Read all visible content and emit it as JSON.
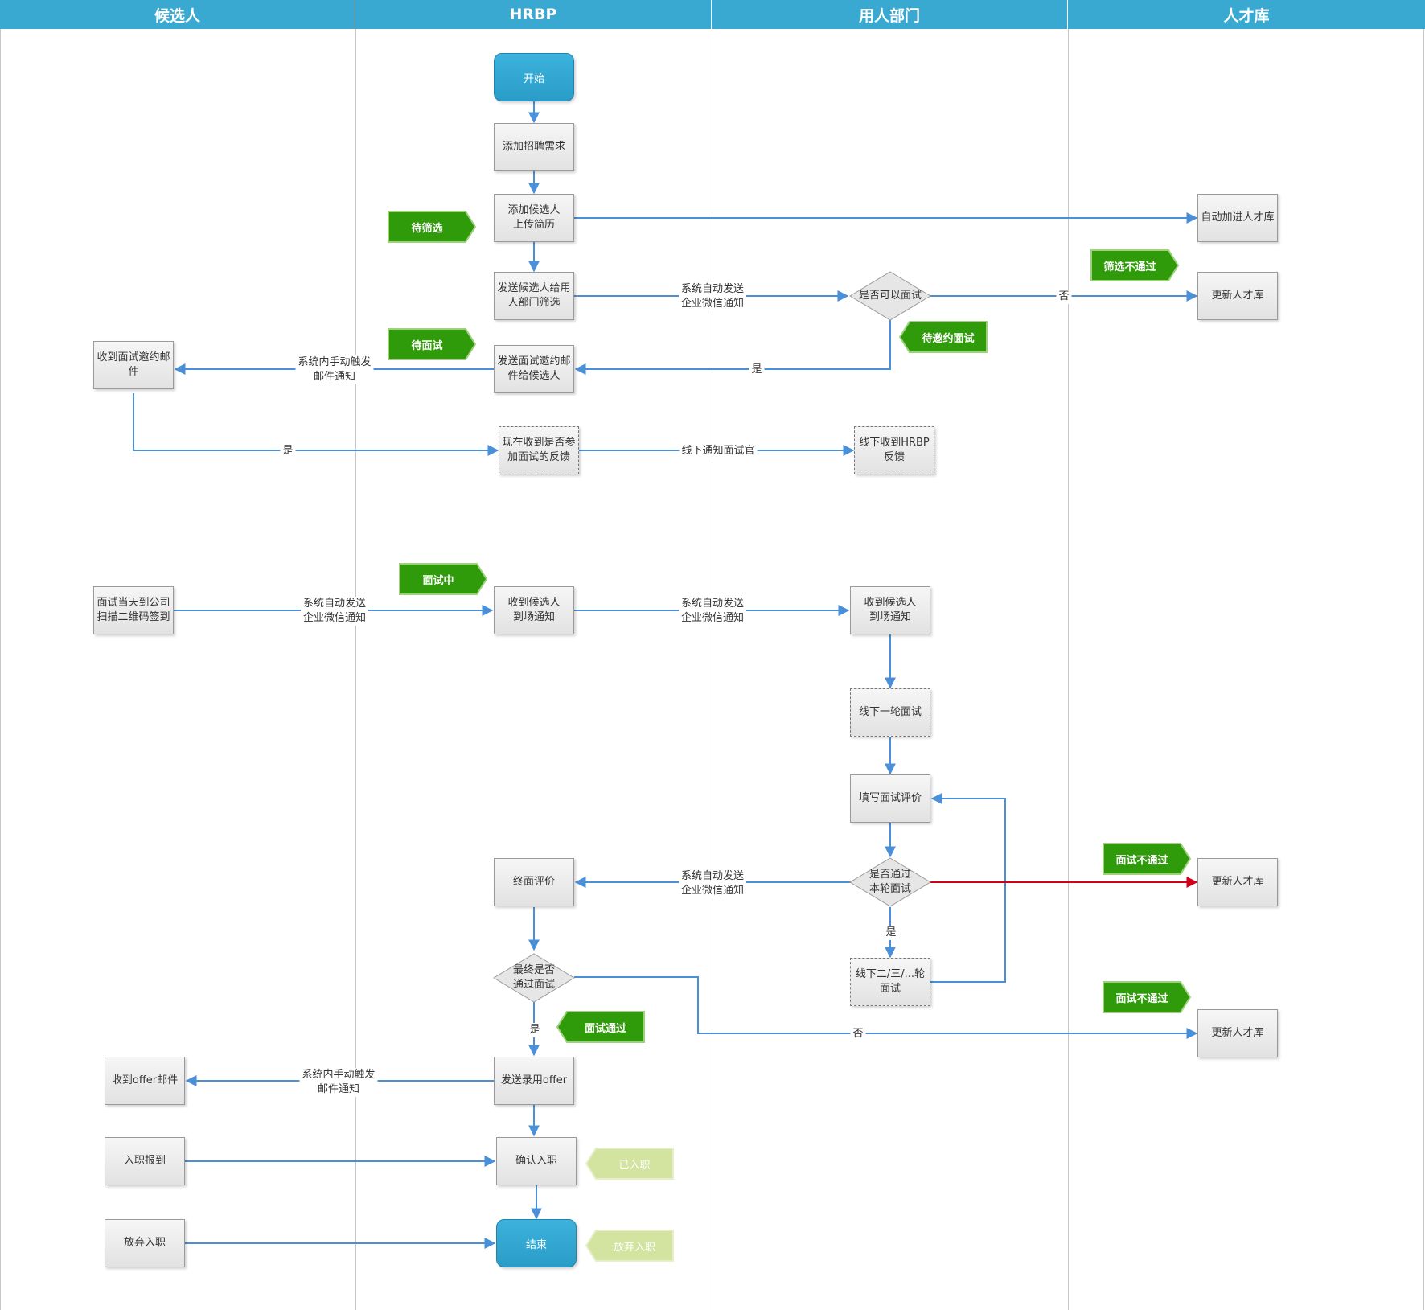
{
  "lanes": {
    "candidate": "候选人",
    "hrbp": "HRBP",
    "dept": "用人部门",
    "talent": "人才库"
  },
  "nodes": {
    "start": "开始",
    "add_demand": "添加招聘需求",
    "add_candidate": "添加候选人\n上传简历",
    "auto_talent": "自动加进人才库",
    "send_screen": "发送候选人给用\n人部门筛选",
    "can_interview": "是否可以面试",
    "update_talent_1": "更新人才库",
    "recv_invite": "收到面试邀约邮\n件",
    "send_invite": "发送面试邀约邮\n件给候选人",
    "attend_feedback": "现在收到是否参\n加面试的反馈",
    "offline_recv_hrbp": "线下收到HRBP\n反馈",
    "checkin": "面试当天到公司\n扫描二维码签到",
    "hrbp_arrival": "收到候选人\n到场通知",
    "dept_arrival": "收到候选人\n到场通知",
    "first_round": "线下一轮面试",
    "write_eval": "填写面试评价",
    "pass_round": "是否通过\n本轮面试",
    "update_talent_2": "更新人才库",
    "final_eval": "终面评价",
    "more_rounds": "线下二/三/...轮\n面试",
    "final_pass": "最终是否\n通过面试",
    "update_talent_3": "更新人才库",
    "send_offer": "发送录用offer",
    "recv_offer": "收到offer邮件",
    "onboard_report": "入职报到",
    "confirm_onboard": "确认入职",
    "give_up": "放弃入职",
    "end": "结束"
  },
  "tags": {
    "pending_screen": "待筛选",
    "screen_fail": "筛选不通过",
    "pending_interview": "待面试",
    "pending_invite": "待邀约面试",
    "interviewing": "面试中",
    "interview_fail_1": "面试不通过",
    "interview_fail_2": "面试不通过",
    "interview_pass": "面试通过",
    "onboarded": "已入职",
    "gave_up": "放弃入职"
  },
  "edge_labels": {
    "auto_wechat_1": "系统自动发送\n企业微信通知",
    "no_1": "否",
    "yes_1": "是",
    "manual_mail_1": "系统内手动触发\n邮件通知",
    "yes_2": "是",
    "offline_notify": "线下通知面试官",
    "auto_wechat_2": "系统自动发送\n企业微信通知",
    "auto_wechat_3": "系统自动发送\n企业微信通知",
    "auto_wechat_4": "系统自动发送\n企业微信通知",
    "yes_3": "是",
    "no_2": "否",
    "yes_4": "是",
    "manual_mail_2": "系统内手动触发\n邮件通知"
  },
  "colors": {
    "lane_header": "#3aa9d2",
    "edge": "#4a90d9",
    "edge_reject": "#d0021b",
    "tag_green": "#2f9a0a",
    "tag_light": "#d2e4a0"
  }
}
